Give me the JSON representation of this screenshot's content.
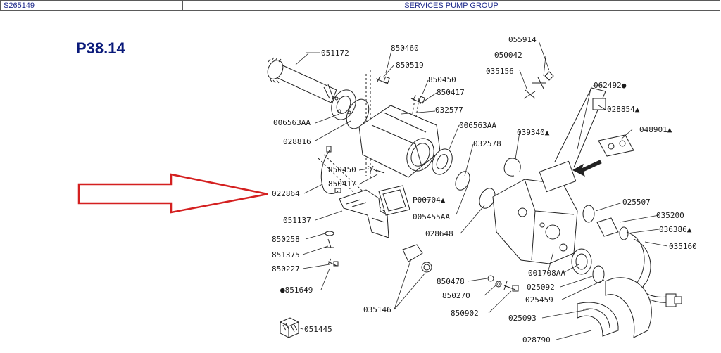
{
  "header": {
    "part_code": "S265149",
    "title": "SERVICES PUMP GROUP"
  },
  "page_ref": "P38.14",
  "colors": {
    "arrow": "#d42020",
    "line": "#222222",
    "header_text": "#1e2a8c"
  },
  "parts": [
    {
      "id": "p1",
      "label": "051172"
    },
    {
      "id": "p2",
      "label": "850460"
    },
    {
      "id": "p3",
      "label": "850519"
    },
    {
      "id": "p4",
      "label": "055914"
    },
    {
      "id": "p5",
      "label": "050042"
    },
    {
      "id": "p6",
      "label": "035156"
    },
    {
      "id": "p7",
      "label": "850450"
    },
    {
      "id": "p8",
      "label": "850417"
    },
    {
      "id": "p9",
      "label": "062492●"
    },
    {
      "id": "p10",
      "label": "032577"
    },
    {
      "id": "p11",
      "label": "028854▲"
    },
    {
      "id": "p12",
      "label": "006563AA"
    },
    {
      "id": "p13",
      "label": "006563AA"
    },
    {
      "id": "p14",
      "label": "039340▲"
    },
    {
      "id": "p15",
      "label": "048901▲"
    },
    {
      "id": "p16",
      "label": "028816"
    },
    {
      "id": "p17",
      "label": "032578"
    },
    {
      "id": "p18",
      "label": "850450"
    },
    {
      "id": "p19",
      "label": "850417"
    },
    {
      "id": "p20",
      "label": "022864"
    },
    {
      "id": "p21",
      "label": "P00704▲"
    },
    {
      "id": "p22",
      "label": "005455AA"
    },
    {
      "id": "p23",
      "label": "051137"
    },
    {
      "id": "p24",
      "label": "025507"
    },
    {
      "id": "p25",
      "label": "035200"
    },
    {
      "id": "p26",
      "label": "028648"
    },
    {
      "id": "p27",
      "label": "036386▲"
    },
    {
      "id": "p28",
      "label": "850258"
    },
    {
      "id": "p29",
      "label": "035160"
    },
    {
      "id": "p30",
      "label": "851375"
    },
    {
      "id": "p31",
      "label": "850227"
    },
    {
      "id": "p32",
      "label": "001708AA"
    },
    {
      "id": "p33",
      "label": "850478"
    },
    {
      "id": "p34",
      "label": "025092"
    },
    {
      "id": "p35",
      "label": "●851649"
    },
    {
      "id": "p36",
      "label": "850270"
    },
    {
      "id": "p37",
      "label": "025459"
    },
    {
      "id": "p38",
      "label": "035146"
    },
    {
      "id": "p39",
      "label": "850902"
    },
    {
      "id": "p40",
      "label": "025093"
    },
    {
      "id": "p41",
      "label": "051445"
    },
    {
      "id": "p42",
      "label": "028790"
    }
  ]
}
